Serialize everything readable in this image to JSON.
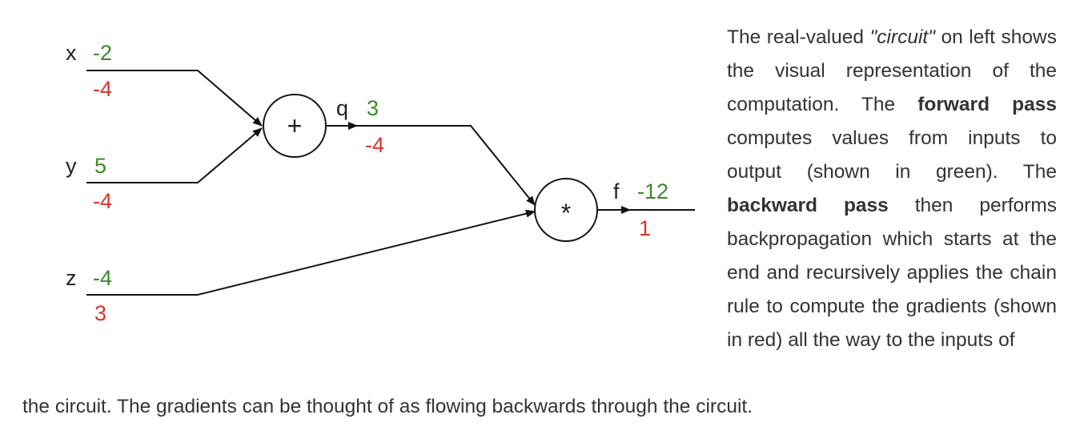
{
  "inputs": {
    "x": {
      "name": "x",
      "value": "-2",
      "gradient": "-4"
    },
    "y": {
      "name": "y",
      "value": "5",
      "gradient": "-4"
    },
    "z": {
      "name": "z",
      "value": "-4",
      "gradient": "3"
    }
  },
  "gates": {
    "add": {
      "symbol": "+"
    },
    "mul": {
      "symbol": "*"
    }
  },
  "intermediate": {
    "q": {
      "name": "q",
      "value": "3",
      "gradient": "-4"
    }
  },
  "output": {
    "f": {
      "name": "f",
      "value": "-12",
      "gradient": "1"
    }
  },
  "colors": {
    "forward": "#3a8a28",
    "gradient": "#d8342c",
    "text": "#333333"
  },
  "caption": {
    "seg1": "The real-valued ",
    "seg2_italic": "\"circuit\"",
    "seg3": " on left shows the visual representation of the computation. The ",
    "seg4_bold": "forward pass",
    "seg5": " computes values from inputs to output (shown in green). The ",
    "seg6_bold": "backward pass",
    "seg7": " then performs backpropagation which starts at the end and recursively applies the chain rule to compute the gradients (shown in red) all the way to the inputs of",
    "tail": "the circuit. The gradients can be thought of as flowing backwards through the circuit."
  }
}
